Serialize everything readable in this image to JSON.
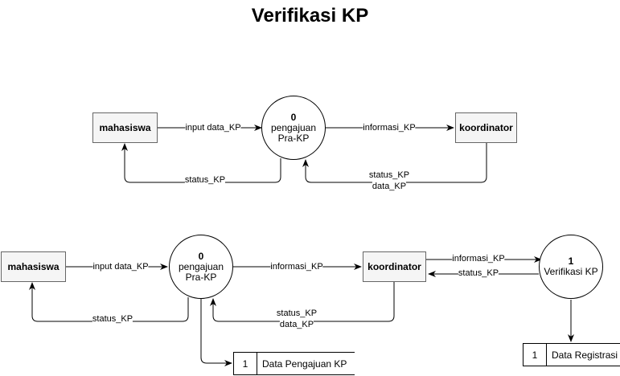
{
  "title": "Verifikasi KP",
  "diagram1": {
    "entity_left": "mahasiswa",
    "entity_right": "koordinator",
    "process": {
      "number": "0",
      "name_line1": "pengajuan",
      "name_line2": "Pra-KP"
    },
    "flows": {
      "input": "input data_KP",
      "informasi": "informasi_KP",
      "status_left": "status_KP",
      "status_right_1": "status_KP",
      "status_right_2": "data_KP"
    }
  },
  "diagram2": {
    "entity_left": "mahasiswa",
    "entity_mid": "koordinator",
    "process0": {
      "number": "0",
      "name_line1": "pengajuan",
      "name_line2": "Pra-KP"
    },
    "process1": {
      "number": "1",
      "name": "Verifikasi KP"
    },
    "store_left": {
      "id": "1",
      "name": "Data Pengajuan KP"
    },
    "store_right": {
      "id": "1",
      "name": "Data Registrasi"
    },
    "flows": {
      "input": "input data_KP",
      "informasi": "informasi_KP",
      "status_left": "status_KP",
      "status_mid_1": "status_KP",
      "status_mid_2": "data_KP",
      "informasi_right": "informasi_KP",
      "status_right": "status_KP"
    }
  },
  "colors": {
    "entity_fill": "#f5f5f5",
    "entity_border": "#666666",
    "line": "#000000"
  }
}
